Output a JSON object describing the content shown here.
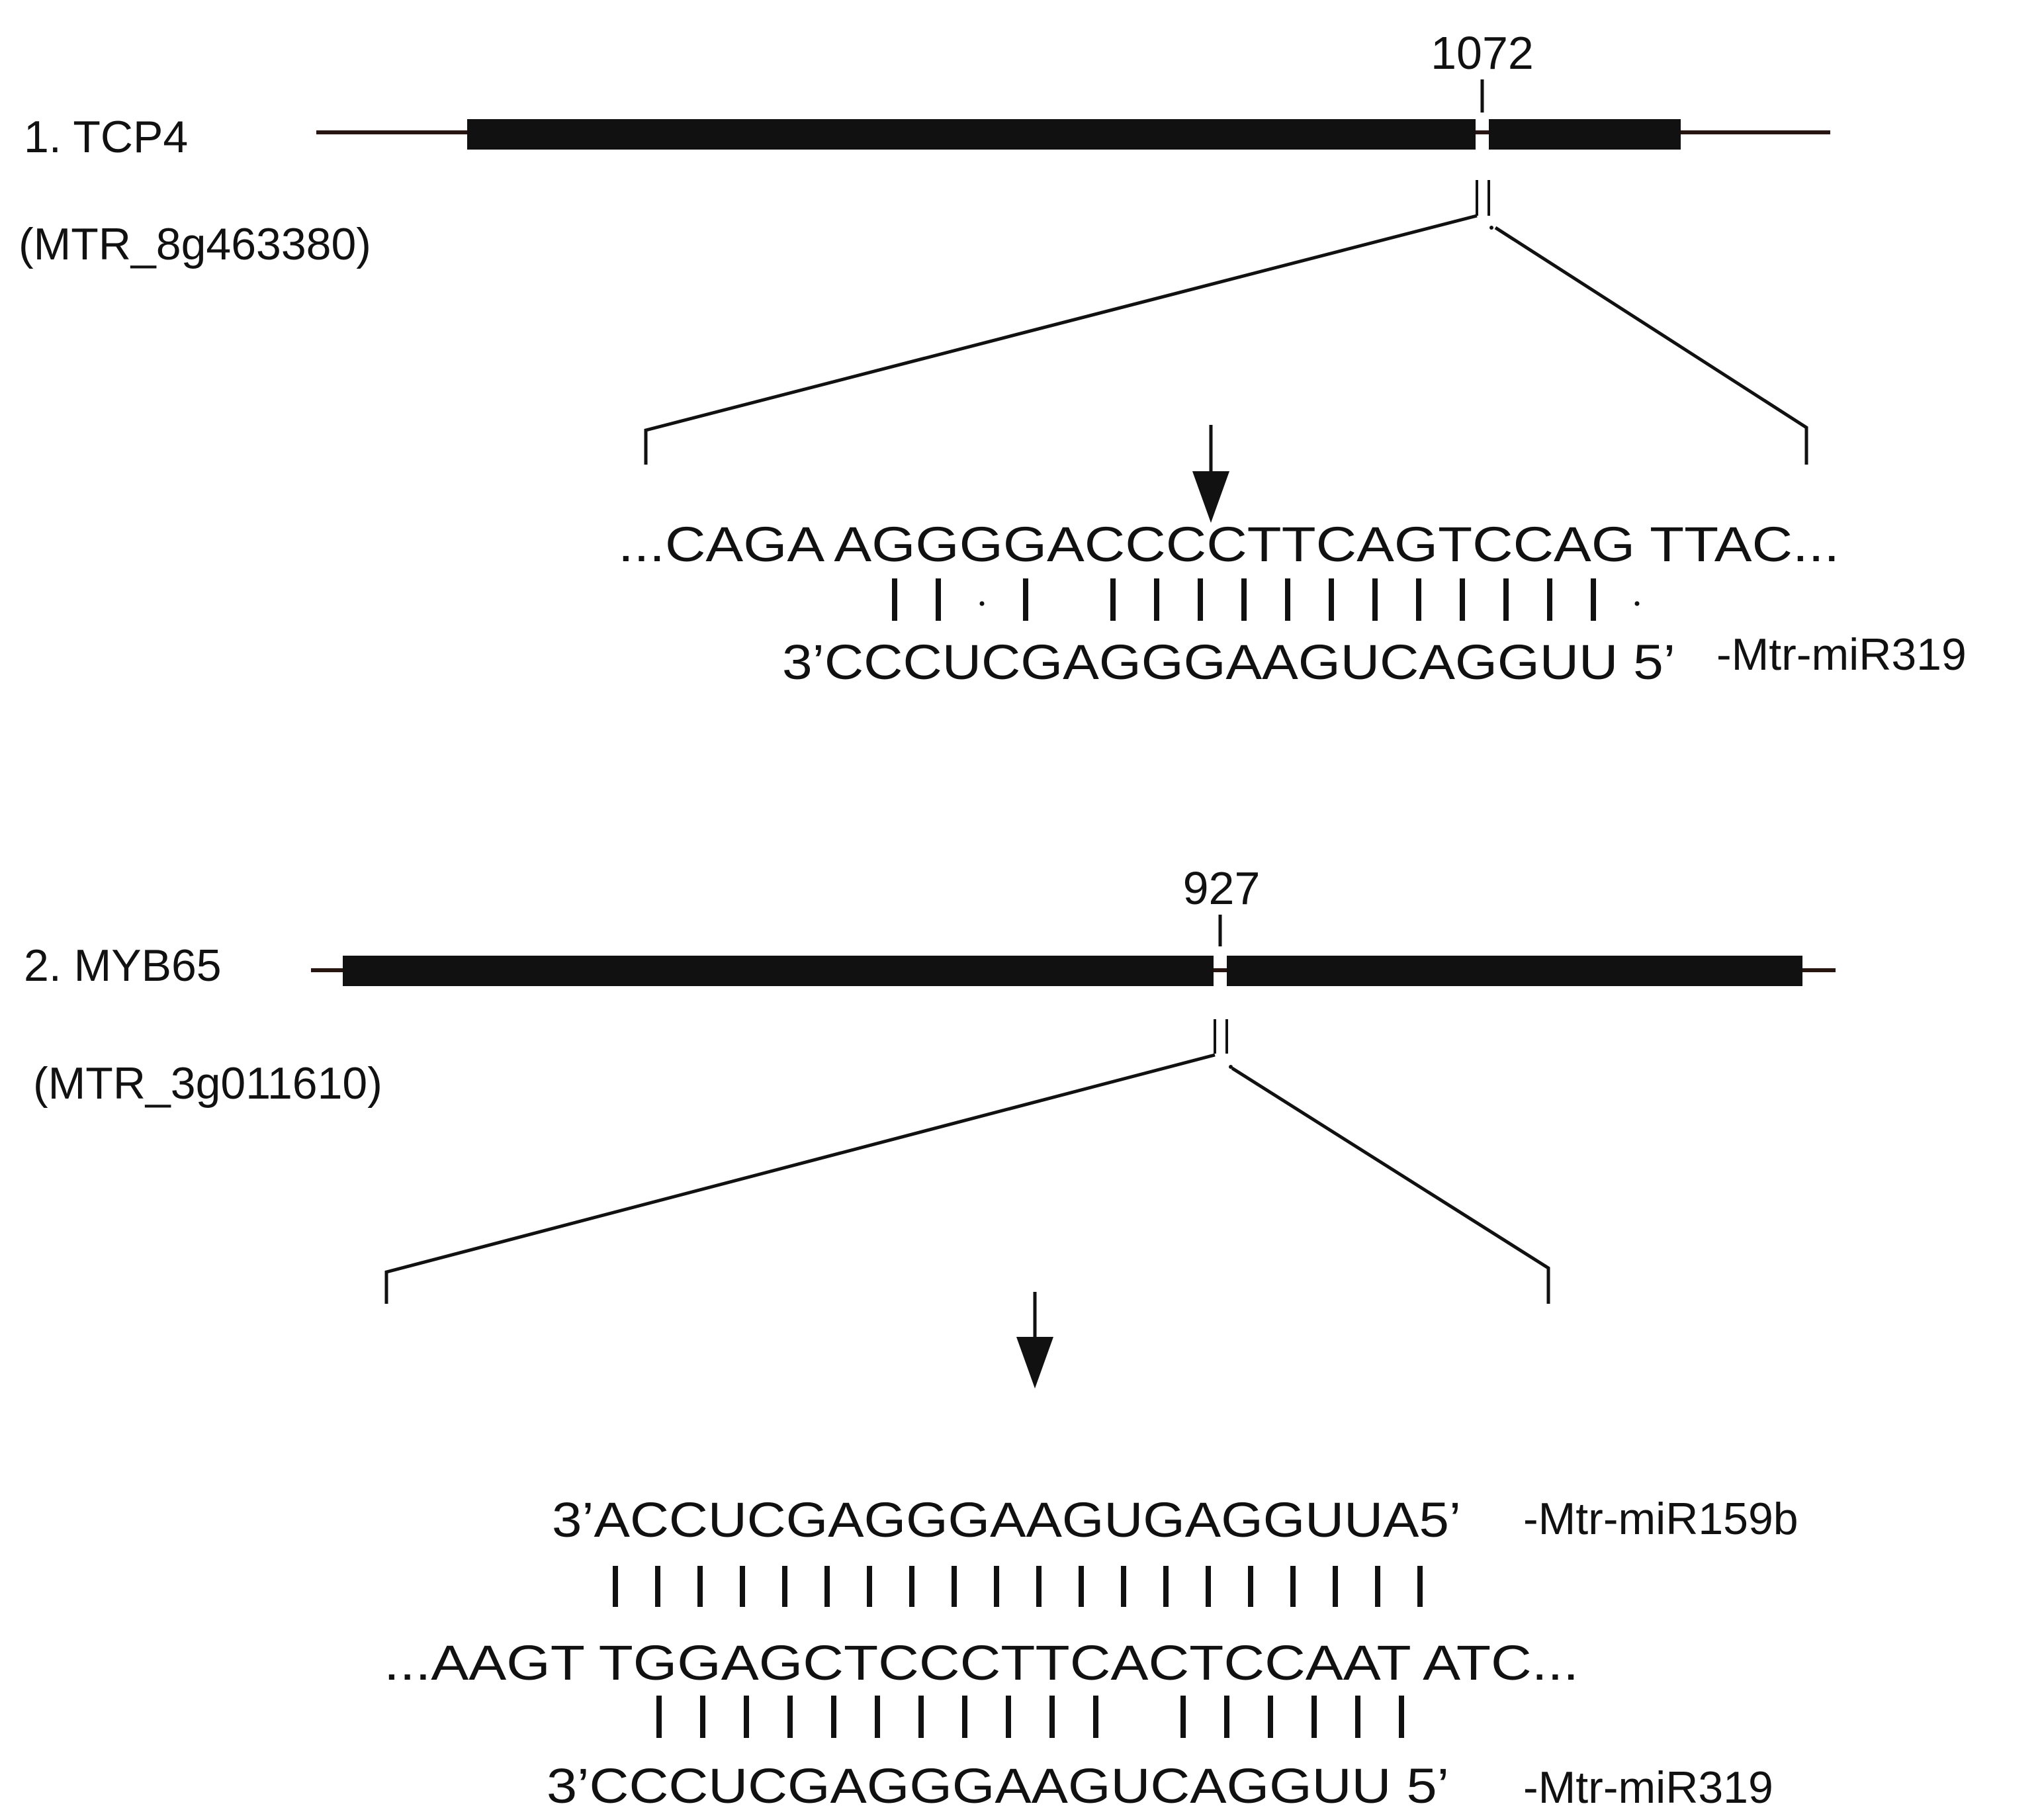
{
  "colors": {
    "line": "#2a1410",
    "text": "#111111",
    "background": "#ffffff"
  },
  "panels": [
    {
      "gene_label": "1.  TCP4",
      "gene_id": "(MTR_8g463380)",
      "site_position": "1072",
      "target_sequence": "...CAGA AGGGGACCCCTTCAGTCCAG TTAC...",
      "pairings": [
        {
          "mirna_sequence": "3’CCCUCGAGGGAAGUCAGGUU 5’",
          "mirna_name": "-Mtr-miR319",
          "marks": "||.| ||||||||||||."
        }
      ]
    },
    {
      "gene_label": "2. MYB65",
      "gene_id": "(MTR_3g011610)",
      "site_position": "927",
      "target_sequence": "...AAGT TGGAGCTCCCTTCACTCCAAT ATC...",
      "pairings": [
        {
          "mirna_sequence": "3’ACCUCGAGGGAAGUGAGGUUA5’",
          "mirna_name": "-Mtr-miR159b",
          "marks": "||||||||||||||||||||"
        },
        {
          "mirna_sequence": "3’CCCUCGAGGGAAGUCAGGUU 5’",
          "mirna_name": "-Mtr-miR319",
          "marks": "||||||||||| ||||||"
        }
      ]
    }
  ]
}
